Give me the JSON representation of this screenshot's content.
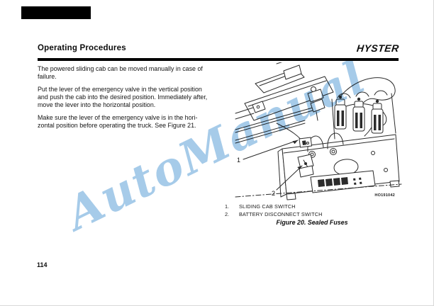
{
  "header": {
    "title": "Operating Procedures",
    "brand": "HYSTER"
  },
  "content": {
    "paragraphs": [
      [
        "The powered sliding cab can be moved manually in case of",
        "failure."
      ],
      [
        "Put the lever of the emergency valve in the vertical position",
        "and push the cab into the desired position. Immediately after,",
        "move the lever into the horizontal position."
      ],
      [
        "Make sure the lever of the emergency valve is in the hori-",
        "zontal position before operating the truck. See Figure 21."
      ]
    ]
  },
  "figure": {
    "code": "HO191042",
    "markers": {
      "m1": "1",
      "m2": "2"
    },
    "legend": [
      {
        "num": "1.",
        "label": "SLIDING CAB SWITCH"
      },
      {
        "num": "2.",
        "label": "BATTERY DISCONNECT SWITCH"
      }
    ],
    "caption": "Figure 20. Sealed Fuses"
  },
  "watermark": {
    "text": "AutoManual",
    "color": "#a6cbe9"
  },
  "footer": {
    "page_number": "114"
  }
}
